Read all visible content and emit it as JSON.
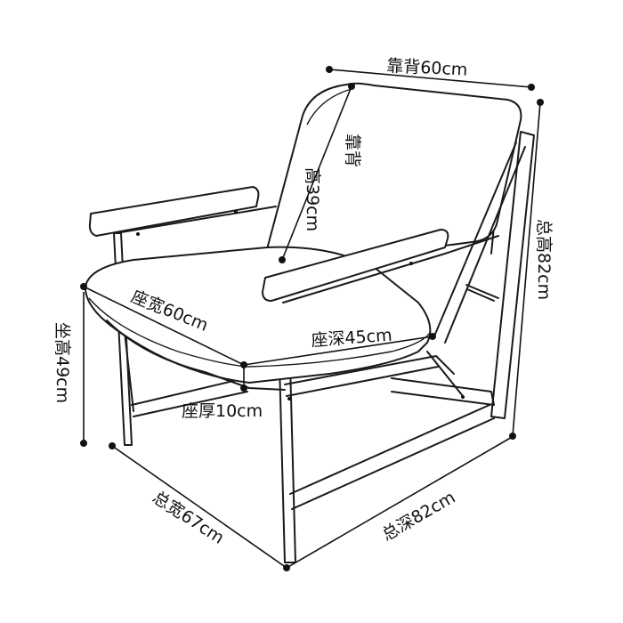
{
  "labels": {
    "backrest_width": "靠背60cm",
    "backrest_height_top": "靠背",
    "backrest_height_bottom": "高39cm",
    "total_height": "总高82cm",
    "seat_width": "座宽60cm",
    "seat_depth": "座深45cm",
    "seat_thickness": "座厚10cm",
    "seat_height": "坐高49cm",
    "total_width": "总宽67cm",
    "total_depth": "总深82cm"
  },
  "colors": {
    "ink": "#111111",
    "background": "#ffffff"
  }
}
